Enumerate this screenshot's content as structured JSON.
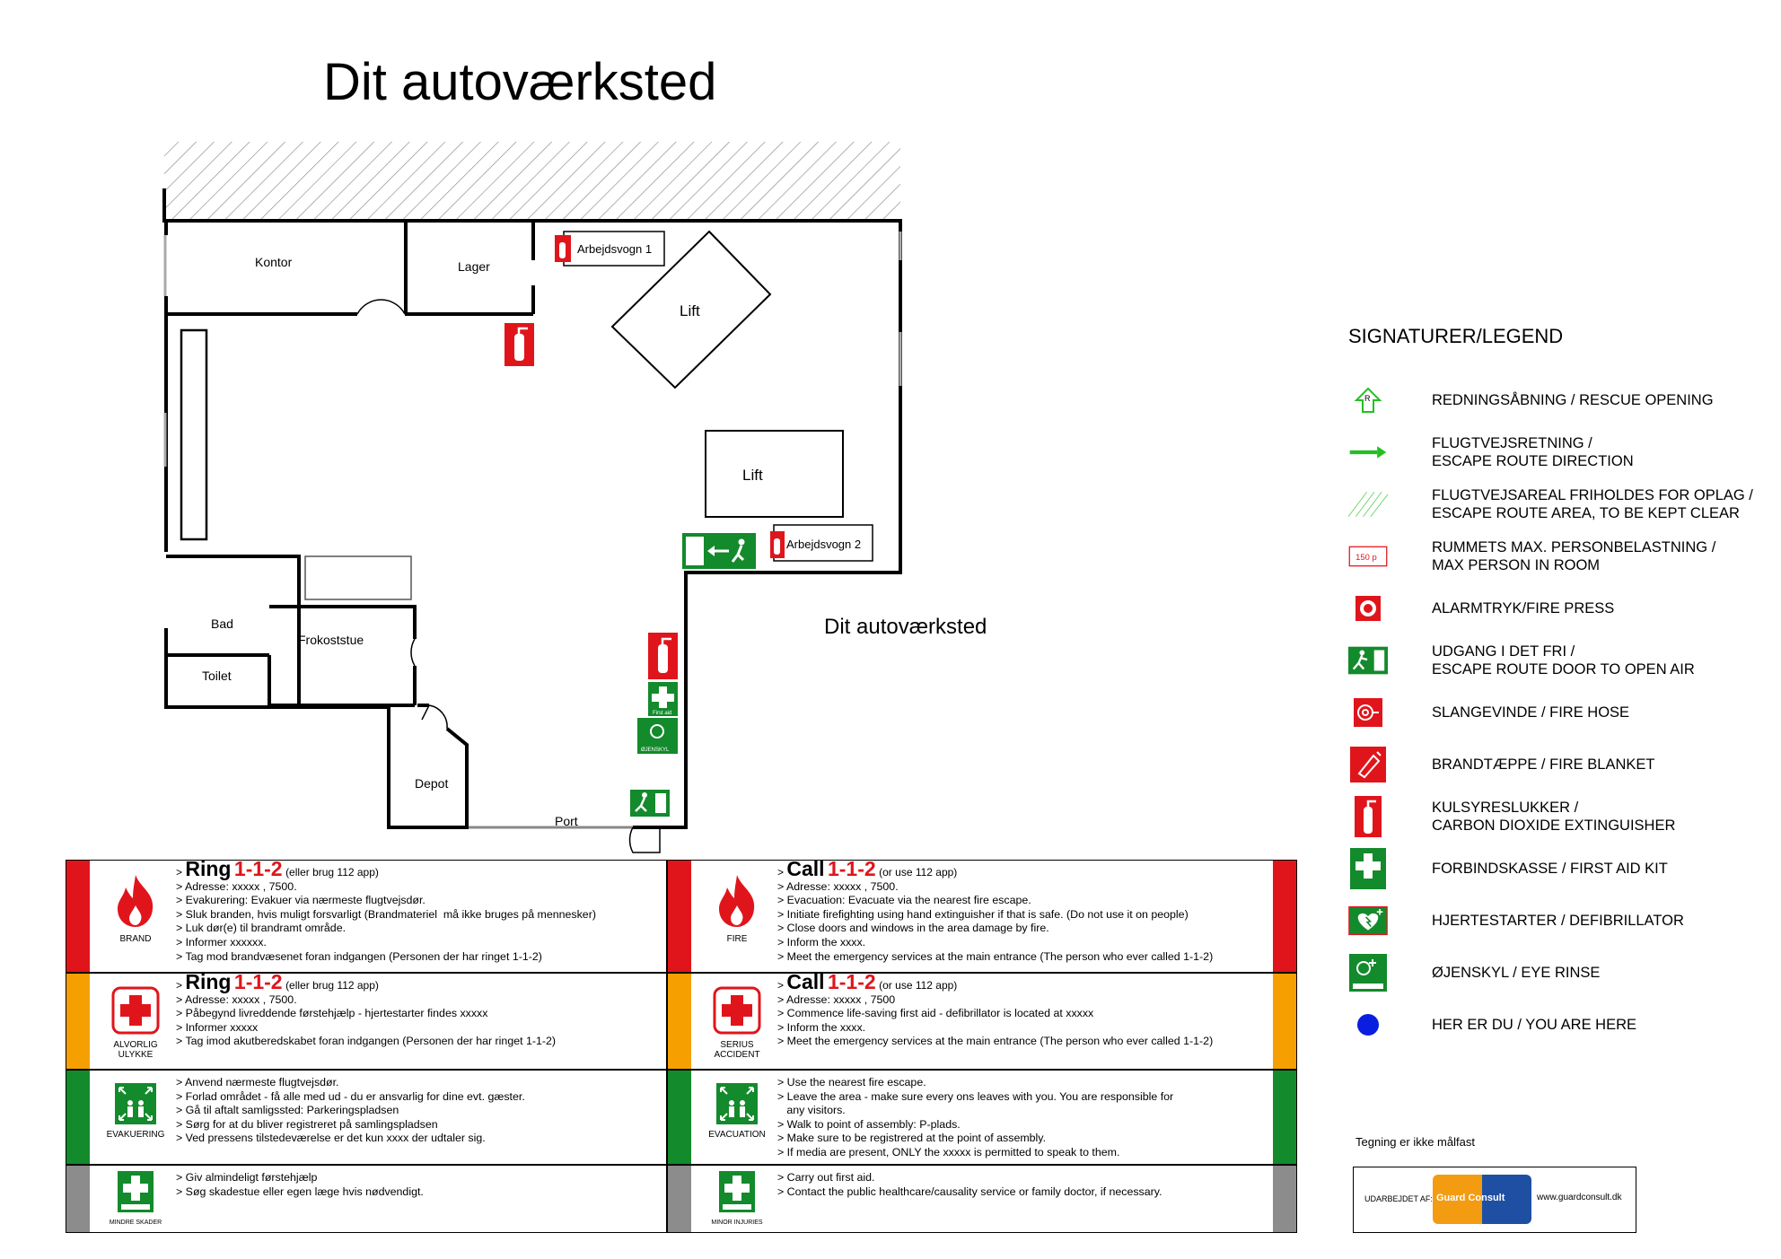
{
  "title": "Dit autoværksted",
  "plan": {
    "rooms": {
      "kontor": "Kontor",
      "lager": "Lager",
      "lift1": "Lift",
      "lift2": "Lift",
      "bad": "Bad",
      "toilet": "Toilet",
      "frokoststue": "Frokoststue",
      "depot": "Depot",
      "port": "Port",
      "arbejdsvogn1": "Arbejdsvogn 1",
      "arbejdsvogn2": "Arbejdsvogn 2"
    },
    "building_label": "Dit autoværksted",
    "eye_rinse_label": "ØJENSKYL",
    "first_aid_label": "First aid"
  },
  "legend": {
    "title": "SIGNATURER/LEGEND",
    "items": [
      {
        "icon": "rescue-opening-icon",
        "text": "REDNINGSÅBNING / RESCUE OPENING",
        "glyph": "R"
      },
      {
        "icon": "escape-arrow-icon",
        "text": "FLUGTVEJSRETNING /\nESCAPE ROUTE DIRECTION"
      },
      {
        "icon": "escape-area-hatch-icon",
        "text": "FLUGTVEJSAREAL FRIHOLDES FOR OPLAG /\nESCAPE ROUTE AREA, TO BE KEPT CLEAR"
      },
      {
        "icon": "max-persons-icon",
        "text": "RUMMETS MAX. PERSONBELASTNING /\nMAX PERSON IN ROOM",
        "glyph": "150 p"
      },
      {
        "icon": "fire-alarm-icon",
        "text": "ALARMTRYK/FIRE PRESS"
      },
      {
        "icon": "exit-door-icon",
        "text": "UDGANG I DET FRI /\nESCAPE ROUTE DOOR TO OPEN AIR"
      },
      {
        "icon": "fire-hose-icon",
        "text": "SLANGEVINDE / FIRE HOSE"
      },
      {
        "icon": "fire-blanket-icon",
        "text": "BRANDTÆPPE / FIRE BLANKET"
      },
      {
        "icon": "extinguisher-icon",
        "text": "KULSYRESLUKKER /\nCARBON DIOXIDE EXTINGUISHER"
      },
      {
        "icon": "first-aid-kit-icon",
        "text": "FORBINDSKASSE / FIRST AID KIT"
      },
      {
        "icon": "defibrillator-icon",
        "text": "HJERTESTARTER / DEFIBRILLATOR"
      },
      {
        "icon": "eye-rinse-icon",
        "text": "ØJENSKYL / EYE RINSE"
      },
      {
        "icon": "you-are-here-icon",
        "text": "HER ER DU / YOU ARE HERE"
      }
    ],
    "note": "Tegning er ikke målfast",
    "credit_label": "UDARBEJDET AF:",
    "credit_logo": "Guard Consult",
    "credit_url": "www.guardconsult.dk"
  },
  "colors": {
    "red": "#e0151b",
    "orange": "#f5a000",
    "green": "#138a2c",
    "gray": "#8c8c8c",
    "escape_green": "#22c022"
  },
  "instructions": {
    "da": [
      {
        "icon_label": "BRAND",
        "head_word": "Ring",
        "head_number": "1-1-2",
        "head_note": "(eller brug 112 app)",
        "lines": [
          "> Adresse: xxxxx , 7500.",
          "> Evakurering: Evakuer via nærmeste flugtvejsdør.",
          "> Sluk branden, hvis muligt forsvarligt (Brandmateriel  må ikke bruges på mennesker)",
          "> Luk dør(e) til brandramt område.",
          "> Informer xxxxxx.",
          "> Tag mod brandvæsenet foran indgangen (Personen der har ringet 1-1-2)"
        ]
      },
      {
        "icon_label": "ALVORLIG ULYKKE",
        "head_word": "Ring",
        "head_number": "1-1-2",
        "head_note": "(eller brug 112 app)",
        "lines": [
          "> Adresse: xxxxx , 7500.",
          "> Påbegynd livreddende førstehjælp - hjertestarter findes xxxxx",
          "> Informer xxxxx",
          "> Tag imod akutberedskabet foran indgangen (Personen der har ringet 1-1-2)"
        ]
      },
      {
        "icon_label": "EVAKUERING",
        "lines": [
          "> Anvend nærmeste flugtvejsdør.",
          "> Forlad området - få alle med ud - du er ansvarlig for dine evt. gæster.",
          "> Gå til aftalt samligssted: Parkeringspladsen",
          "> Sørg for at du bliver registreret på samlingspladsen",
          "> Ved pressens tilstedeværelse er det kun xxxx der udtaler sig."
        ]
      },
      {
        "icon_label": "MINDRE SKADER",
        "lines": [
          "> Giv almindeligt førstehjælp",
          "> Søg skadestue eller egen læge hvis nødvendigt."
        ]
      }
    ],
    "en": [
      {
        "icon_label": "FIRE",
        "head_word": "Call",
        "head_number": "1-1-2",
        "head_note": "(or use 112 app)",
        "lines": [
          "> Adresse: xxxxx , 7500.",
          "> Evacuation: Evacuate via the nearest fire escape.",
          "> Initiate firefighting using hand extinguisher if that is safe. (Do not use it on people)",
          "> Close doors and windows in the area damage by fire.",
          "> Inform the xxxx.",
          "> Meet the emergency services at the main entrance (The person who ever called 1-1-2)"
        ]
      },
      {
        "icon_label": "SERIUS ACCIDENT",
        "head_word": "Call",
        "head_number": "1-1-2",
        "head_note": "(or use 112 app)",
        "lines": [
          "> Adresse: xxxxx , 7500",
          "> Commence life-saving first aid - defibrillator is located at xxxxx",
          "> Inform the xxxx.",
          "> Meet the emergency services at the main entrance (The person who ever called 1-1-2)"
        ]
      },
      {
        "icon_label": "EVACUATION",
        "lines": [
          "> Use the nearest fire escape.",
          "> Leave the area - make sure every ons leaves with you. You are responsible for",
          "   any visitors.",
          "> Walk to point of assembly: P-plads.",
          "> Make sure to be registrered at the point of assembly.",
          "> If media are present, ONLY the xxxxx is permitted to speak to them."
        ]
      },
      {
        "icon_label": "MINOR INJURIES",
        "lines": [
          "> Carry out first aid.",
          "> Contact the public healthcare/causality service or family doctor, if necessary."
        ]
      }
    ]
  }
}
